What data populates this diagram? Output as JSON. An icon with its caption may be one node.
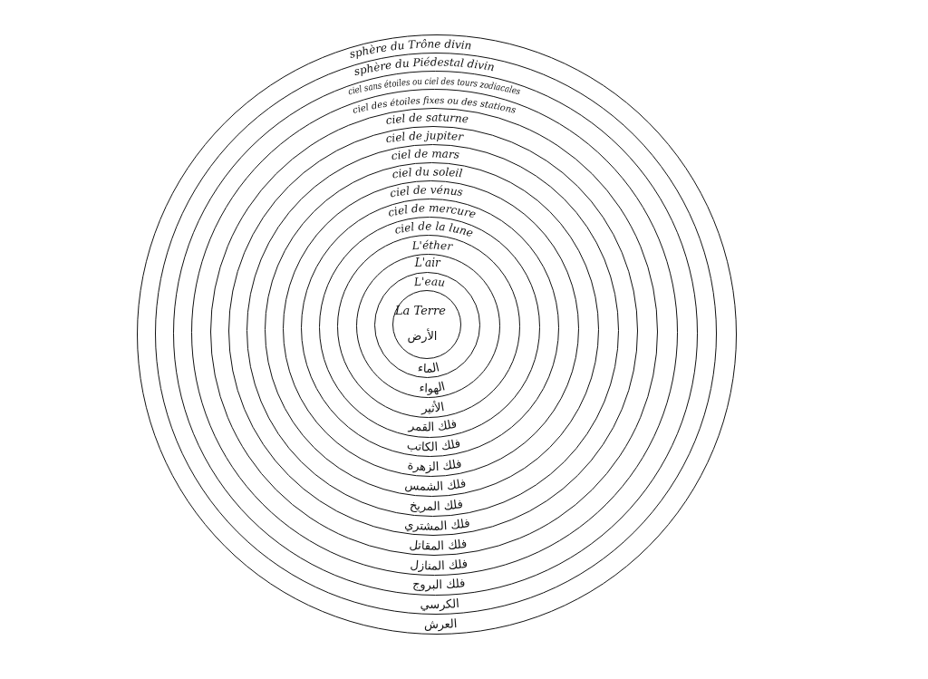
{
  "diagram": {
    "nodes": [
      {
        "text": [
          "sphère du Trône divin",
          "العرش"
        ]
      },
      {
        "text": [
          "sphère du Piédestal divin",
          "الكرسي"
        ],
        "in": 0
      },
      {
        "text": [
          "ciel sans étoiles ou ciel des tours zodiacales",
          "فلك البروج"
        ],
        "in": 1
      },
      {
        "text": [
          "ciel des étoiles fixes ou des stations",
          "فلك المنازل"
        ],
        "in": 2
      },
      {
        "text": [
          "ciel de saturne",
          "فلك المقاتل"
        ],
        "in": 3
      },
      {
        "text": [
          "ciel de jupiter",
          "فلك المشتري"
        ],
        "in": 4
      },
      {
        "text": [
          "ciel de mars",
          "فلك المريخ"
        ],
        "in": 5
      },
      {
        "text": [
          "ciel du soleil",
          "فلك الشمس"
        ],
        "in": 6
      },
      {
        "text": [
          "ciel de vénus",
          "فلك الزهرة"
        ],
        "in": 7
      },
      {
        "text": [
          "ciel de mercure",
          "فلك الكاتب"
        ],
        "in": 8
      },
      {
        "text": [
          "ciel de la lune",
          "فلك القمر"
        ],
        "in": 9
      },
      {
        "text": [
          "L'éther",
          "الأثير"
        ],
        "in": 10
      },
      {
        "text": [
          "L'air",
          "الهواء"
        ],
        "in": 11
      },
      {
        "text": [
          "L'eau",
          "الماء"
        ],
        "in": 12
      },
      {
        "text": [
          "La Terre",
          "الأرض"
        ],
        "in": 13
      }
    ]
  }
}
